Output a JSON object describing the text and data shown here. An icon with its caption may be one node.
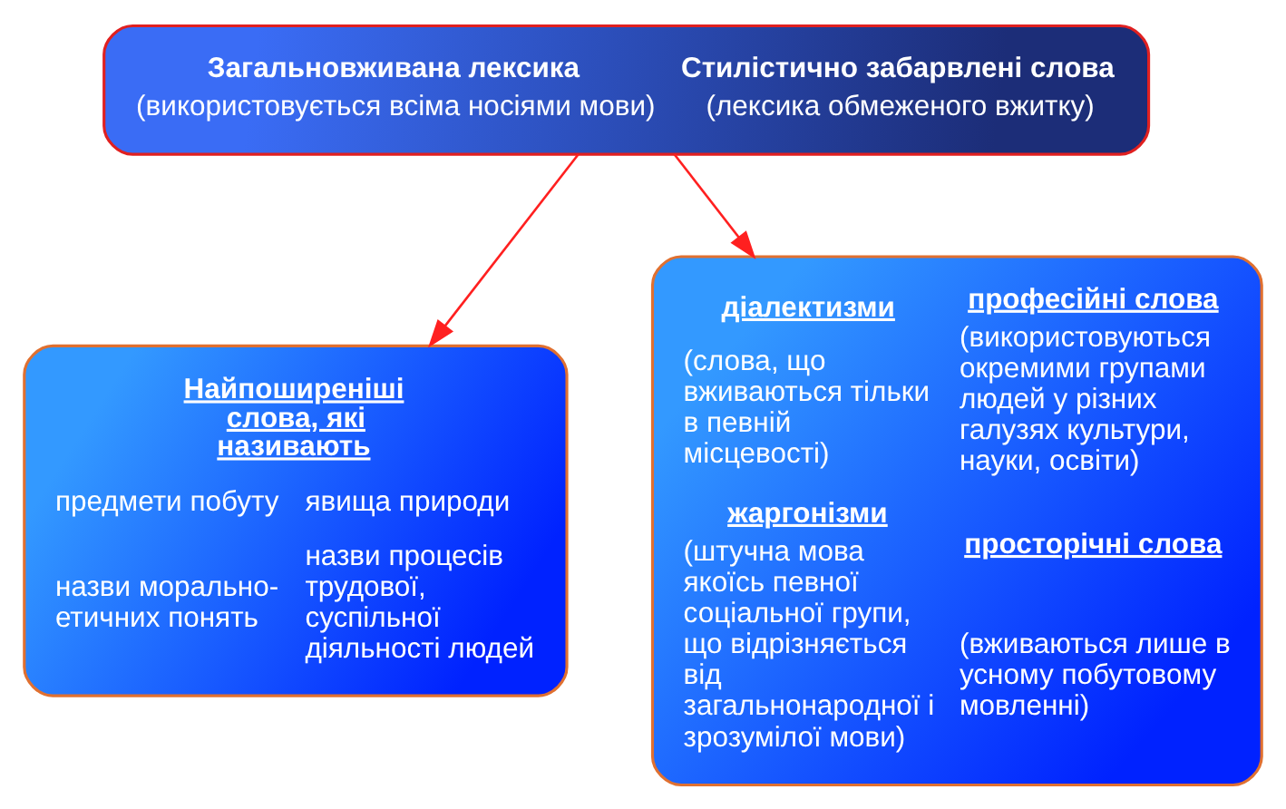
{
  "diagram": {
    "nodes": [
      {
        "text": [
          "Загальновживана лексика",
          "(використовується всіма носіями мови)",
          "Стилістично забарвлені слова",
          "(лексика обмеженого вжитку)"
        ]
      },
      {
        "text": [
          "Найпоширеніші слова, які називають",
          "предмети побуту",
          "явища природи",
          "назви морально-етичних понять",
          "назви процесів трудової, суспільної діяльності людей"
        ]
      },
      {
        "text": [
          "діалектизми",
          "(слова, що вживаються тільки в певній місцевості)",
          "професійні слова",
          "(використовуються окремими групами людей у різних галузях культури, науки, освіти)",
          "жаргонізми",
          "(штучна мова якоїсь певної соціальної групи, що відрізняється від загальнонародної і зрозумілої мови)",
          "просторічні слова",
          "(вживаються лише в усному побутовому мовленні)"
        ]
      }
    ],
    "edges": [
      {
        "from": 0,
        "to": 1,
        "arrow": "to"
      },
      {
        "from": 0,
        "to": 2,
        "arrow": "to"
      }
    ]
  }
}
